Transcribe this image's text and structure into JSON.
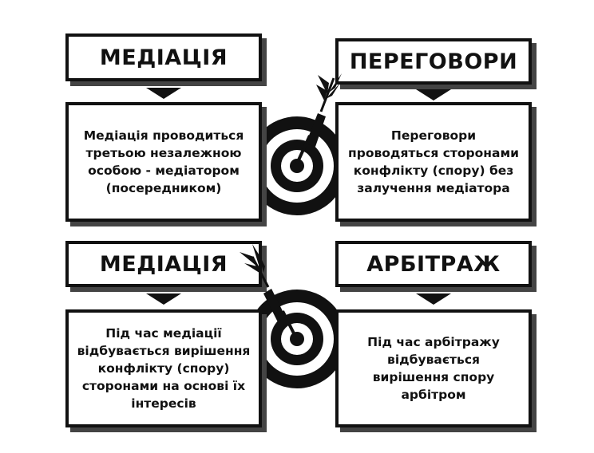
{
  "blocks": [
    {
      "title": "МЕДІАЦІЯ",
      "lines": [
        "Медіація проводиться",
        "третьою незалежною",
        "особою - медіатором",
        "(посередником)"
      ]
    },
    {
      "title": "ПЕРЕГОВОРИ",
      "lines": [
        "Переговори",
        "проводяться сторонами",
        "конфлікту (спору) без",
        "залучення медіатора"
      ]
    },
    {
      "title": "МЕДІАЦІЯ",
      "lines": [
        "Під час медіації",
        "відбувається вирішення",
        "конфлікту (спору)",
        "сторонами на основі їх",
        "інтересів"
      ]
    },
    {
      "title": "АРБІТРАЖ",
      "lines": [
        "Під час арбітражу",
        "відбувається",
        "вирішення спору",
        "арбітром"
      ]
    }
  ],
  "icons": [
    "target-icon",
    "dart-icon"
  ],
  "colors": {
    "ink": "#111111",
    "shadow": "#444444",
    "background": "#ffffff"
  }
}
